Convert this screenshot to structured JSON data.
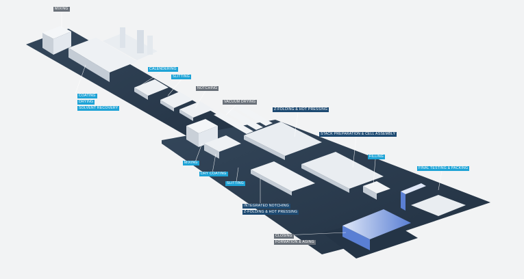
{
  "colors": {
    "background": "#f2f3f4",
    "floor": "#2a3a4b",
    "floor_edge": "#22303f",
    "machine": "#eef1f4",
    "machine_shade": "#c9d0d8",
    "label_cyan": "#1ea3d6",
    "label_navy": "#1d4a72",
    "label_gray": "#6a717a",
    "rack_blue": "#5a7fd4"
  },
  "labels": {
    "mixing_top": "MIXING",
    "calendering": "CALENDERING",
    "slitting_top": "SLITTING",
    "notching": "NOTCHING",
    "vacuum_drying": "VACUUM DRYING",
    "coating": "COATING",
    "drying": "DRYING",
    "solvent_recovery": "SOLVENT RECOVERY",
    "zfolding_hot_pressing": "Z-FOLDING & HOT PRESSING",
    "stack_preparation": "STACK PREPARATION & CELL ASSEMBLY",
    "filling": "FILLING",
    "final_testing": "FINAL TESTING & PACKING",
    "mixing_bottom": "MIXING",
    "dry_coating": "DRY COATING",
    "slitting_bottom": "SLITTING",
    "integrated_notching": "INTEGRATED NOTCHING",
    "zfolding_hot_pressing_2": "Z-FOLDING & HOT PRESSING",
    "closing": "CLOSING",
    "formation_aging": "FORMATION & AGING"
  }
}
